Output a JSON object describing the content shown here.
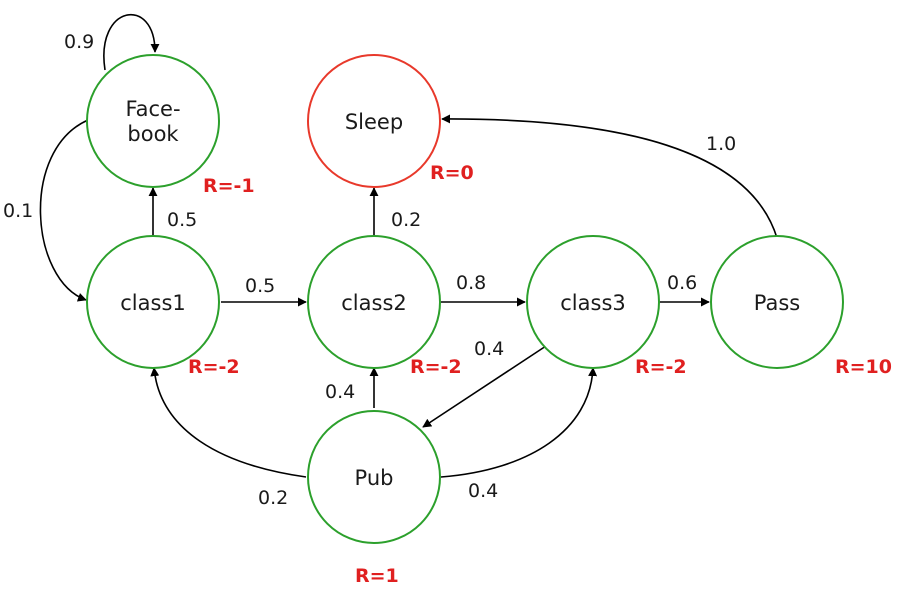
{
  "diagram": {
    "colors": {
      "state_stroke": "#2ca02c",
      "terminal_stroke": "#e8392b",
      "reward_text": "#e02020",
      "edge": "#000000"
    },
    "nodes": {
      "facebook": {
        "label_line1": "Face-",
        "label_line2": "book",
        "reward": "R=-1"
      },
      "sleep": {
        "label": "Sleep",
        "reward": "R=0"
      },
      "class1": {
        "label": "class1",
        "reward": "R=-2"
      },
      "class2": {
        "label": "class2",
        "reward": "R=-2"
      },
      "class3": {
        "label": "class3",
        "reward": "R=-2"
      },
      "pass": {
        "label": "Pass",
        "reward": "R=10"
      },
      "pub": {
        "label": "Pub",
        "reward": "R=1"
      }
    },
    "edges": {
      "facebook_facebook": "0.9",
      "facebook_class1": "0.1",
      "class1_facebook": "0.5",
      "class1_class2": "0.5",
      "class2_sleep": "0.2",
      "class2_class3": "0.8",
      "class3_pass": "0.6",
      "class3_pub": "0.4",
      "pass_sleep": "1.0",
      "pub_class1": "0.2",
      "pub_class2": "0.4",
      "pub_class3": "0.4"
    }
  }
}
